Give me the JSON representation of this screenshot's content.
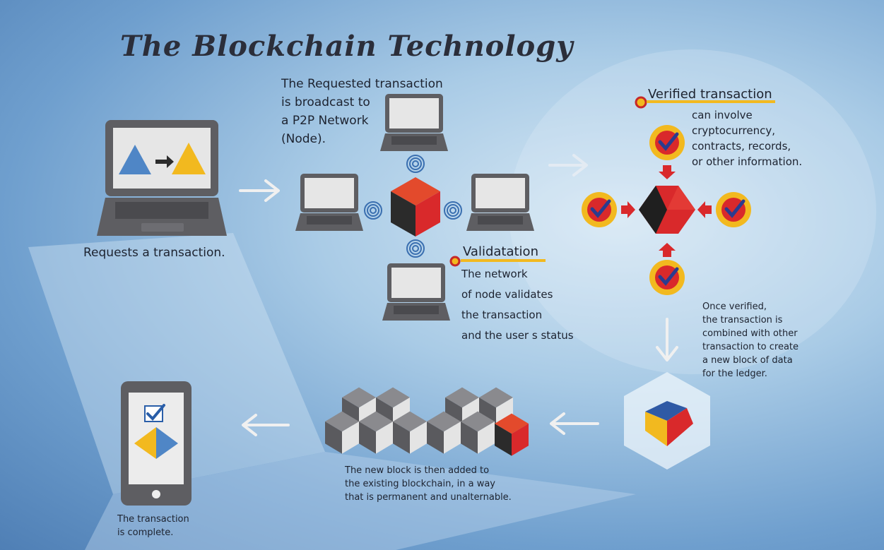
{
  "title": "The Blockchain Technology",
  "step1": {
    "caption": "Requests a transaction."
  },
  "step2": {
    "lines": [
      "The Requested transaction",
      "is broadcast to",
      "a P2P Network",
      "(Node)."
    ]
  },
  "step3": {
    "heading": "Validatation",
    "lines": [
      "The network",
      "of node validates",
      "the transaction",
      "and the user s status"
    ]
  },
  "step4": {
    "heading": "Verified transaction",
    "lines": [
      "can involve",
      "cryptocurrency,",
      "contracts, records,",
      "or other information."
    ]
  },
  "step5": {
    "lines": [
      "Once verified,",
      "the transaction is",
      "combined with other",
      "transaction to create",
      "a new block of data",
      "for the ledger."
    ]
  },
  "step6": {
    "lines": [
      "The new block is then added to",
      "the existing blockchain, in a way",
      "that is permanent and unalternable."
    ]
  },
  "step7": {
    "lines": [
      "The transaction",
      "is complete."
    ]
  },
  "colors": {
    "accent_yellow": "#f2b91f",
    "accent_red": "#d9292b",
    "accent_blue": "#4f86c6",
    "laptop_gray": "#5e5e62",
    "check_blue": "#2a3c8f"
  }
}
